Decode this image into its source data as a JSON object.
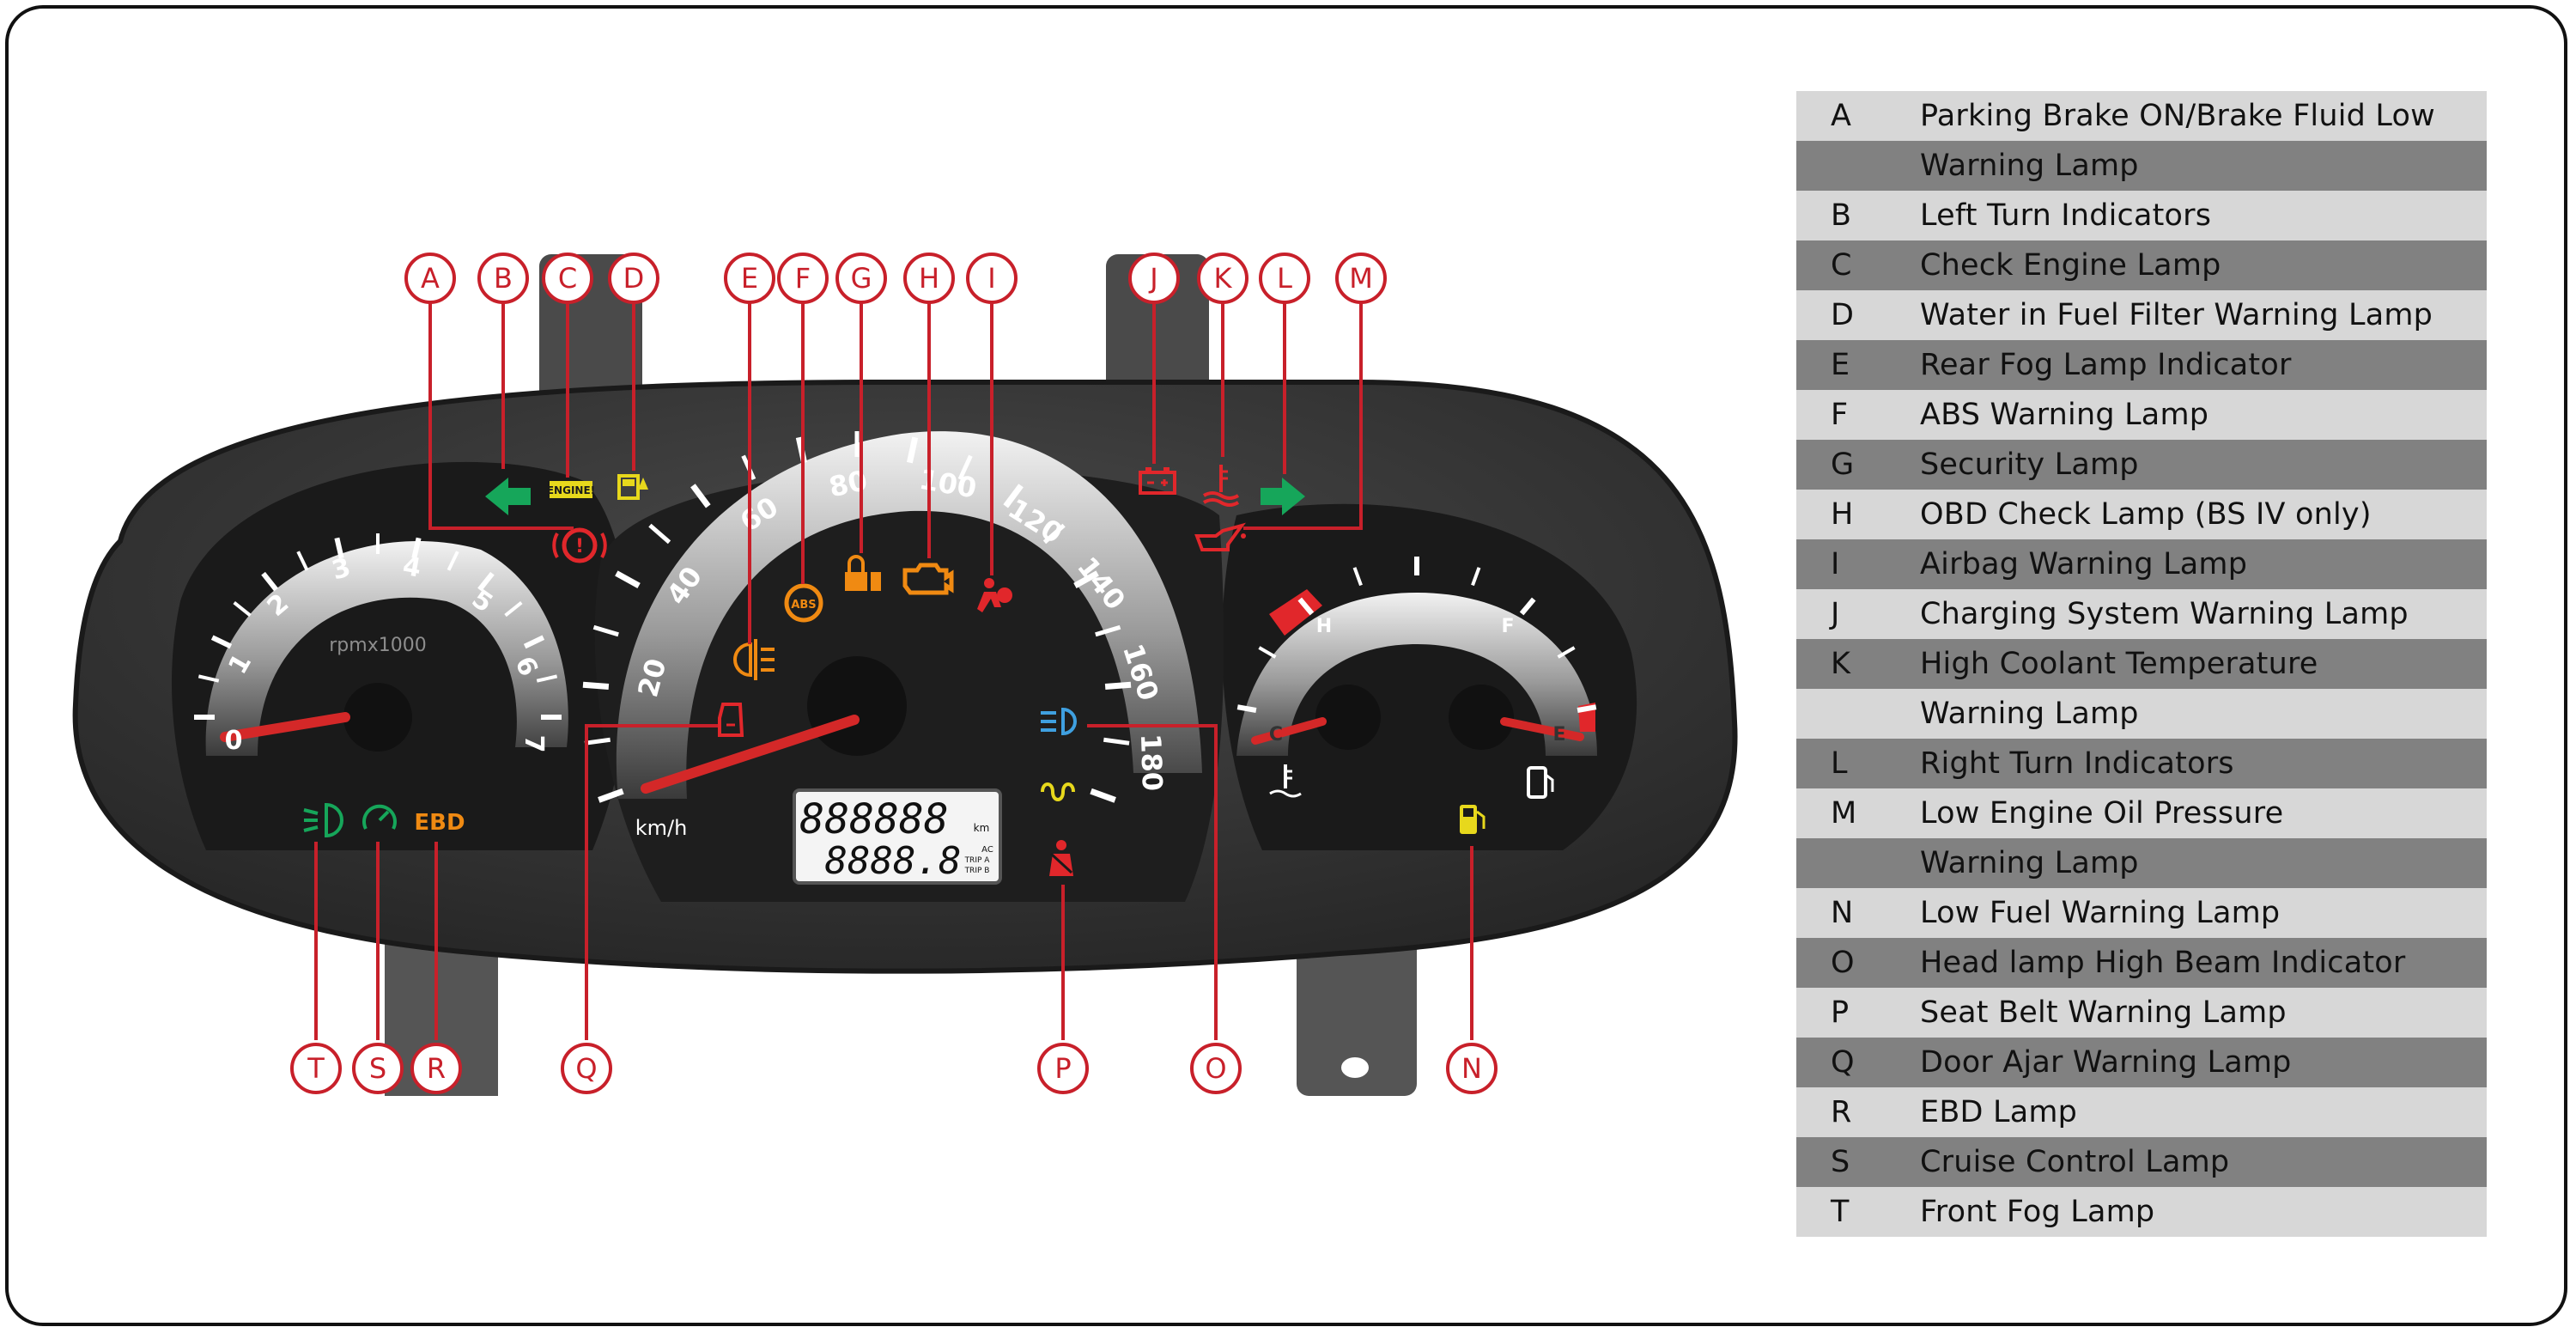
{
  "legend": [
    {
      "key": "A",
      "text": "Parking Brake ON/Brake Fluid Low"
    },
    {
      "key": "",
      "text": "Warning Lamp"
    },
    {
      "key": "B",
      "text": "Left Turn Indicators"
    },
    {
      "key": "C",
      "text": "Check Engine Lamp"
    },
    {
      "key": "D",
      "text": "Water in Fuel Filter Warning Lamp"
    },
    {
      "key": "E",
      "text": "Rear Fog Lamp Indicator"
    },
    {
      "key": "F",
      "text": "ABS Warning Lamp"
    },
    {
      "key": "G",
      "text": "Security Lamp"
    },
    {
      "key": "H",
      "text": "OBD Check Lamp (BS IV only)"
    },
    {
      "key": "I",
      "text": "Airbag Warning Lamp"
    },
    {
      "key": "J",
      "text": "Charging System Warning Lamp"
    },
    {
      "key": "K",
      "text": "High Coolant Temperature"
    },
    {
      "key": "",
      "text": "Warning Lamp"
    },
    {
      "key": "L",
      "text": "Right Turn Indicators"
    },
    {
      "key": "M",
      "text": "Low Engine Oil Pressure"
    },
    {
      "key": "",
      "text": "Warning Lamp"
    },
    {
      "key": "N",
      "text": "Low Fuel Warning Lamp"
    },
    {
      "key": "O",
      "text": "Head lamp High Beam Indicator"
    },
    {
      "key": "P",
      "text": "Seat Belt Warning Lamp"
    },
    {
      "key": "Q",
      "text": "Door Ajar Warning Lamp"
    },
    {
      "key": "R",
      "text": "EBD Lamp"
    },
    {
      "key": "S",
      "text": "Cruise Control Lamp"
    },
    {
      "key": "T",
      "text": "Front Fog Lamp"
    }
  ],
  "callouts": [
    "A",
    "B",
    "C",
    "D",
    "E",
    "F",
    "G",
    "H",
    "I",
    "J",
    "K",
    "L",
    "M",
    "N",
    "O",
    "P",
    "Q",
    "R",
    "S",
    "T"
  ],
  "tachometer": {
    "ticks": [
      "0",
      "1",
      "2",
      "3",
      "4",
      "5",
      "6",
      "7"
    ],
    "unit": "rpmx1000"
  },
  "speedometer": {
    "ticks": [
      "20",
      "40",
      "60",
      "80",
      "100",
      "120",
      "140",
      "160",
      "180"
    ],
    "unit": "km/h"
  },
  "odometer": {
    "line1": "888888",
    "line1_unit": "km",
    "line2": "8888.8",
    "line2_flags": [
      "AC",
      "TRIP A",
      "TRIP B"
    ]
  },
  "temp_gauge": {
    "hot": "H",
    "cold": "C"
  },
  "fuel_gauge": {
    "full": "F",
    "empty": "E"
  },
  "lamp_texts": {
    "check_engine": "ENGINE!",
    "ebd": "EBD"
  },
  "colors": {
    "callout": "#c8202a",
    "red": "#e1272b",
    "green": "#16a65a",
    "amber": "#f08a12",
    "yellow": "#e7d81c",
    "blue": "#3fa0e0",
    "legend_light": "#d7d7d7",
    "legend_dark": "#818181"
  }
}
